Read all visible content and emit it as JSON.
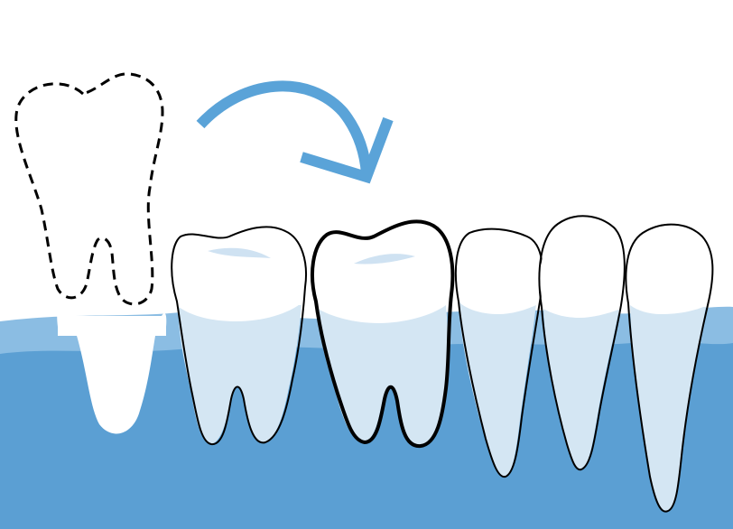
{
  "colors": {
    "background": "#ffffff",
    "gum_upper": "#8bbde3",
    "gum_main": "#5b9fd3",
    "root_fill": "#d4e6f3",
    "crown_fill": "#ffffff",
    "crown_highlight": "#cfe2f2",
    "arrow": "#5aa3d8",
    "outline": "#000000",
    "socket": "#ffffff"
  },
  "icons": {
    "missing_tooth": "tooth-outline-dashed",
    "shift_arrow": "curved-arrow-right",
    "shifted_tooth": "molar-bold-outline"
  }
}
